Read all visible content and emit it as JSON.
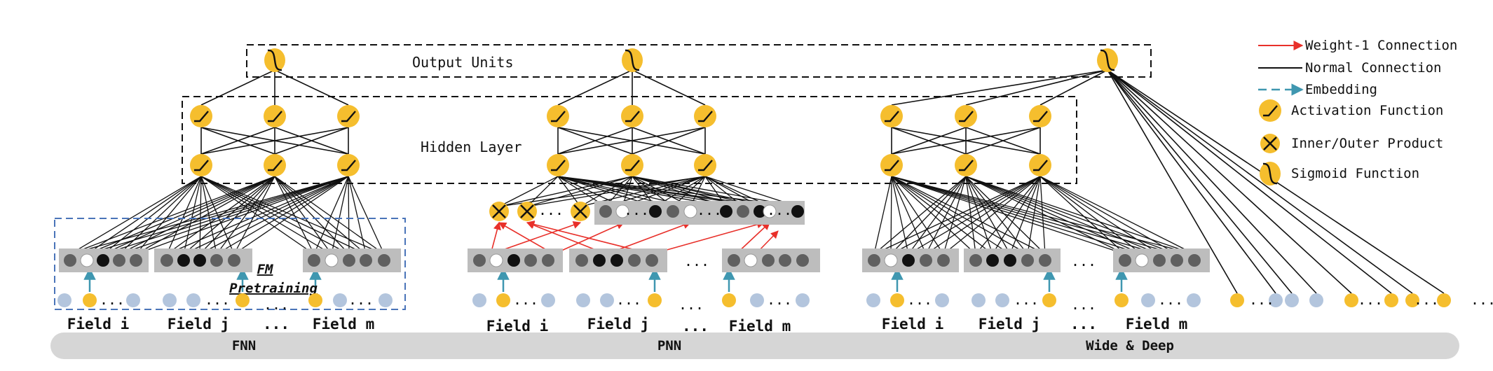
{
  "colors": {
    "node": "#f5be2e",
    "input_blue": "#b3c5dd",
    "embed_gray": "#bdbdbd",
    "weight1": "#e8302a",
    "embedding_arrow": "#3f97b0",
    "bottom_bar": "#d6d6d6",
    "pretrain_box": "#4a74b9"
  },
  "labels": {
    "output_units": "Output Units",
    "hidden_layer": "Hidden Layer",
    "fm_line1": "FM",
    "fm_line2": "Pretraining",
    "ellipsis": "...",
    "ellipsis_v": "..."
  },
  "fnn_fields": [
    "Field i",
    "Field j",
    "...",
    "Field m"
  ],
  "pnn_fields": [
    "Field i",
    "Field j",
    "...",
    "Field m"
  ],
  "wd_fields": [
    "Field i",
    "Field j",
    "...",
    "Field m"
  ],
  "models": [
    "FNN",
    "PNN",
    "Wide & Deep"
  ],
  "legend": [
    {
      "icon": "red-arrow",
      "text": "Weight-1 Connection"
    },
    {
      "icon": "black-line",
      "text": "Normal Connection"
    },
    {
      "icon": "dashed-arrow",
      "text": "Embedding"
    },
    {
      "icon": "activation-icon",
      "text": "Activation Function"
    },
    {
      "icon": "product-icon",
      "text": "Inner/Outer Product"
    },
    {
      "icon": "sigmoid-icon",
      "text": "Sigmoid Function"
    }
  ]
}
